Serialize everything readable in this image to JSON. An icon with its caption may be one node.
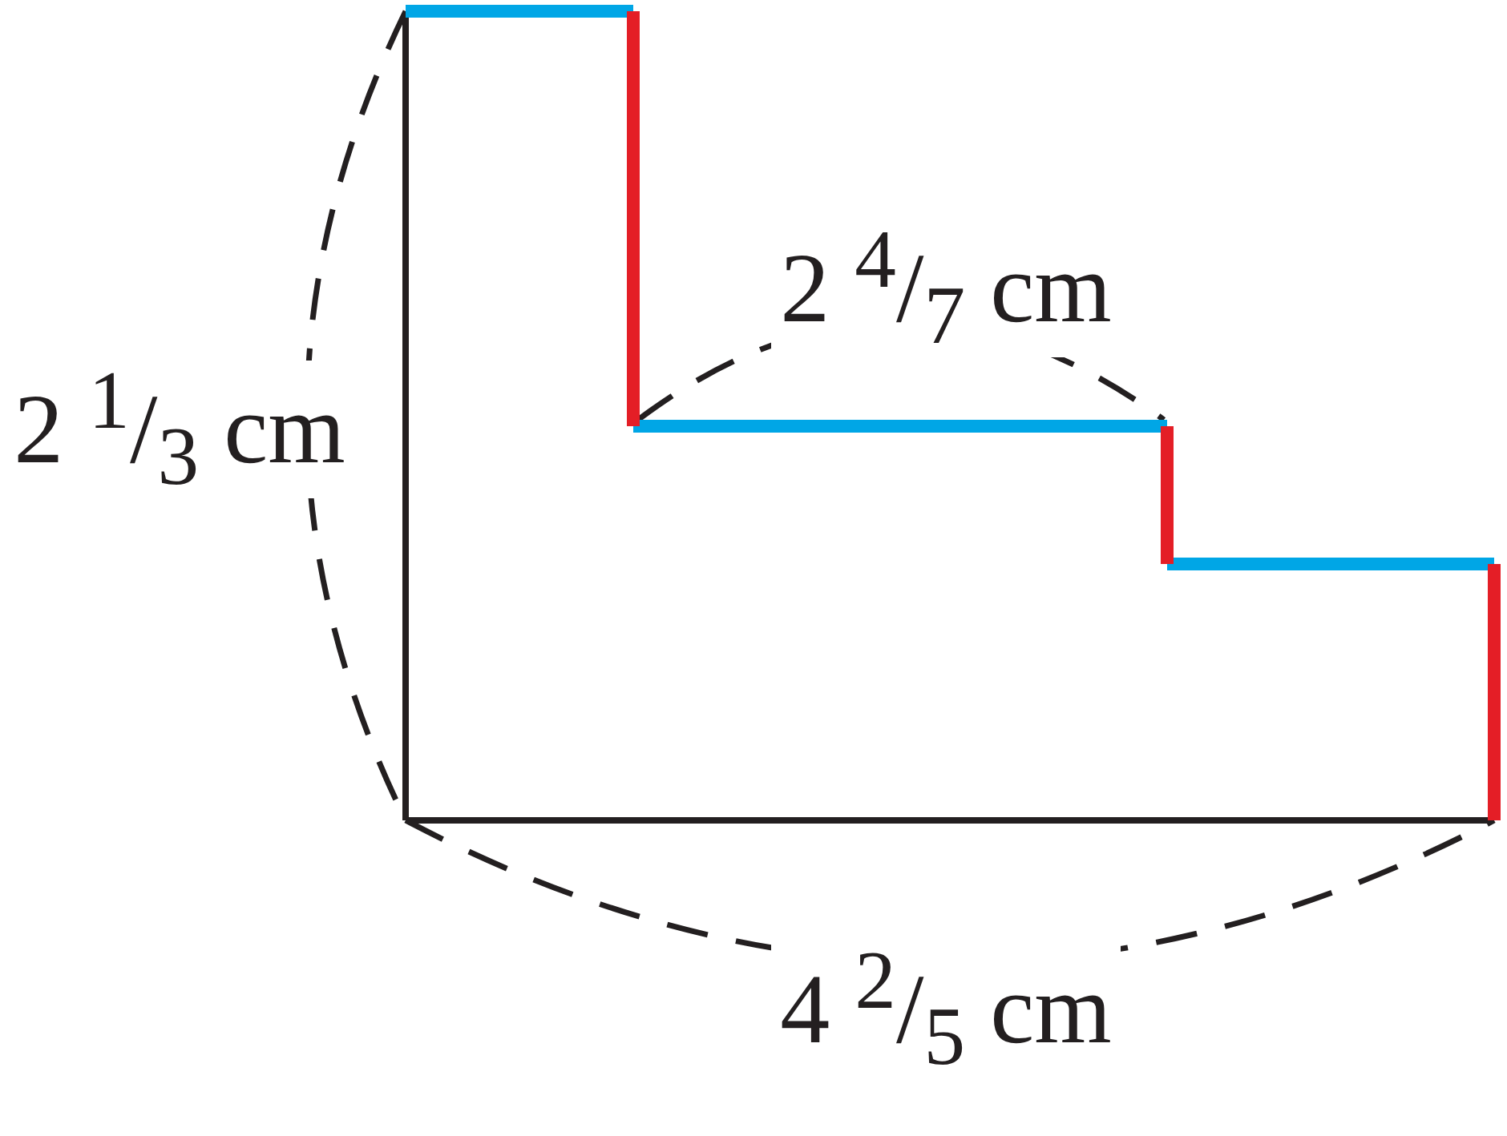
{
  "diagram": {
    "labels": [
      "2 $^{1}$/$_{3}$ cm",
      "2 $^{4}$/$_{7}$ cm",
      "4 $^{2}$/$_{5}$ cm"
    ]
  }
}
